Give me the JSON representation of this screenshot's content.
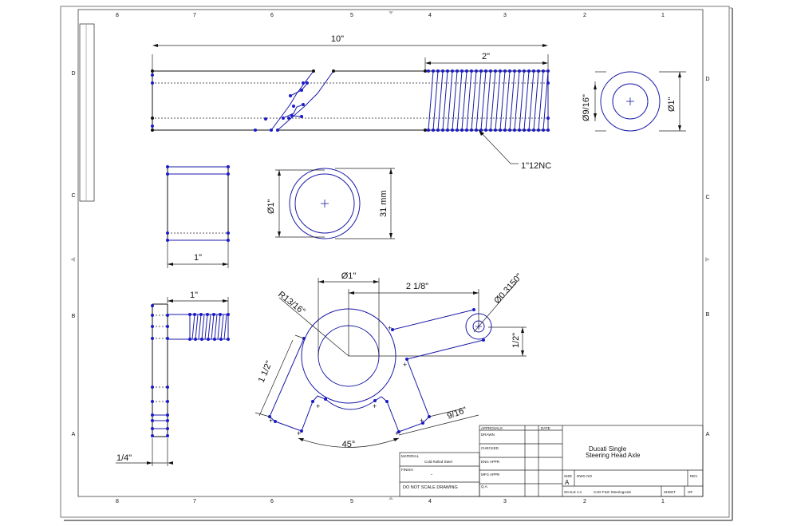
{
  "zones": {
    "columns": [
      "8",
      "7",
      "6",
      "5",
      "4",
      "3",
      "2",
      "1"
    ],
    "rows": [
      "D",
      "C",
      "B",
      "A"
    ]
  },
  "dimensions": {
    "overall_length": "10\"",
    "thread_length": "2\"",
    "thread_callout": "1\"12NC",
    "end_inner_dia": "Ø9/16\"",
    "end_outer_dia": "Ø1\"",
    "sleeve_width": "1\"",
    "sleeve_dia": "Ø1\"",
    "sleeve_height": "31 mm",
    "arm_hub_dia": "Ø1\"",
    "arm_radius": "R13/16\"",
    "arm_offset": "2 1/8\"",
    "arm_hole_dia": "Ø0.3150\"",
    "arm_hole_drop": "1/2\"",
    "arm_side": "1 1/2\"",
    "arm_tab": "9/16\"",
    "arm_angle": "45°",
    "bolt_length": "1\"",
    "bolt_thickness": "1/4\""
  },
  "title_block": {
    "approvals": "APPROVALS",
    "date": "DATE",
    "drawn": "DRAWN",
    "checked": "CHECKED",
    "eng_appr": "ENG APPR",
    "mfg_appr": "MFG APPR",
    "qa": "Q.A.",
    "material_label": "MATERIAL",
    "material_value": "Cold Rolled Steel",
    "finish_label": "FINISH",
    "finish_value": "-",
    "do_not_scale": "DO NOT SCALE DRAWING",
    "title_line1": "Ducati Single",
    "title_line2": "Steering Head Axle",
    "size_label": "SIZE",
    "size_value": "A",
    "dwg_no_label": "DWG NO",
    "rev_label": "REV",
    "scale": "SCALE 1:1",
    "cad_file": "CAD FILE SteeringAxle",
    "sheet_label": "SHEET",
    "of_label": "OF"
  }
}
